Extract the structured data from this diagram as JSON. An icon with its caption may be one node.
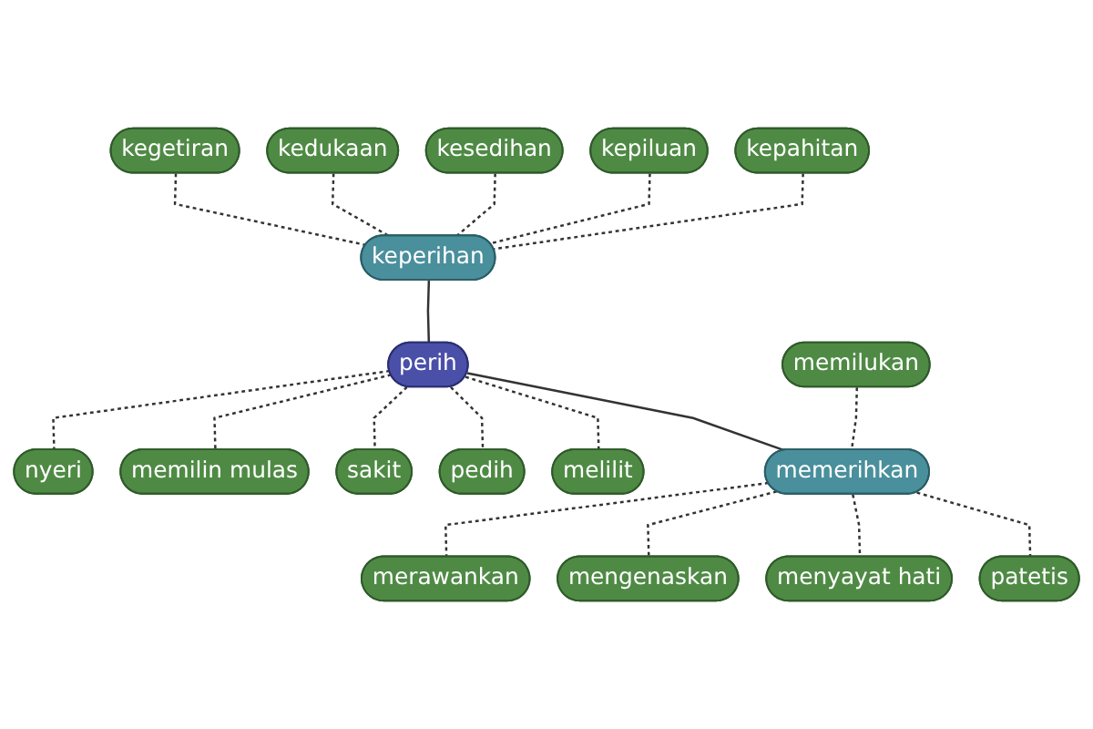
{
  "diagram": {
    "nodes": [
      {
        "text": [
          "kegetiran"
        ]
      },
      {
        "text": [
          "kedukaan"
        ]
      },
      {
        "text": [
          "kesedihan"
        ]
      },
      {
        "text": [
          "kepiluan"
        ]
      },
      {
        "text": [
          "keperihan"
        ]
      },
      {
        "text": [
          "kepahitan"
        ]
      },
      {
        "text": [
          "nyeri"
        ]
      },
      {
        "text": [
          "memilin mulas"
        ]
      },
      {
        "text": [
          "sakit"
        ]
      },
      {
        "text": [
          "perih"
        ]
      },
      {
        "text": [
          "pedih"
        ]
      },
      {
        "text": [
          "melilit"
        ]
      },
      {
        "text": [
          "memilukan"
        ]
      },
      {
        "text": [
          "memerihkan"
        ]
      },
      {
        "text": [
          "merawankan"
        ]
      },
      {
        "text": [
          "mengenaskan"
        ]
      },
      {
        "text": [
          "menyayat hati"
        ]
      },
      {
        "text": [
          "patetis"
        ]
      }
    ],
    "edges": [
      {
        "from": 0,
        "to": 4,
        "arrow": "none",
        "style": "dashed"
      },
      {
        "from": 1,
        "to": 4,
        "arrow": "none",
        "style": "dashed"
      },
      {
        "from": 2,
        "to": 4,
        "arrow": "none",
        "style": "dashed"
      },
      {
        "from": 3,
        "to": 4,
        "arrow": "none",
        "style": "dashed"
      },
      {
        "from": 5,
        "to": 4,
        "arrow": "none",
        "style": "dashed"
      },
      {
        "from": 4,
        "to": 9,
        "arrow": "none"
      },
      {
        "from": 9,
        "to": 6,
        "arrow": "none",
        "style": "dashed"
      },
      {
        "from": 9,
        "to": 7,
        "arrow": "none",
        "style": "dashed"
      },
      {
        "from": 9,
        "to": 8,
        "arrow": "none",
        "style": "dashed"
      },
      {
        "from": 9,
        "to": 10,
        "arrow": "none",
        "style": "dashed"
      },
      {
        "from": 9,
        "to": 11,
        "arrow": "none",
        "style": "dashed"
      },
      {
        "from": 9,
        "to": 13,
        "arrow": "none"
      },
      {
        "from": 12,
        "to": 13,
        "arrow": "none",
        "style": "dashed"
      },
      {
        "from": 13,
        "to": 14,
        "arrow": "none",
        "style": "dashed"
      },
      {
        "from": 13,
        "to": 15,
        "arrow": "none",
        "style": "dashed"
      },
      {
        "from": 13,
        "to": 16,
        "arrow": "none",
        "style": "dashed"
      },
      {
        "from": 13,
        "to": 17,
        "arrow": "none",
        "style": "dashed"
      }
    ]
  }
}
